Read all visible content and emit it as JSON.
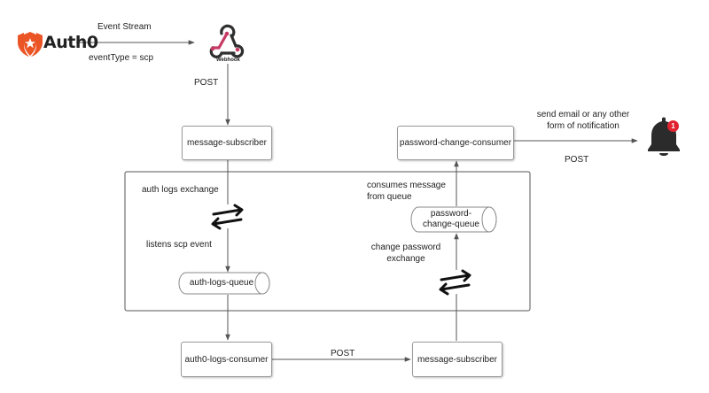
{
  "colors": {
    "auth0_orange": "#eb5424",
    "webhook_pink": "#c73a63",
    "bell": "#222222",
    "badge": "#e0232e",
    "line": "#555555"
  },
  "auth0": {
    "brand": "Auth0",
    "icon": "auth0-shield-icon"
  },
  "webhook": {
    "caption": "Webhook",
    "icon": "webhook-icon"
  },
  "labels": {
    "event_stream": "Event Stream",
    "event_type": "eventType = scp",
    "post_webhook": "POST",
    "auth_logs_exchange": "auth logs exchange",
    "listens_scp_event": "listens scp event",
    "consumes_message": "consumes message\nfrom queue",
    "change_password_exchange": "change password\nexchange",
    "post_notification": "POST",
    "send_email": "send email or any other\nform of notification",
    "post_consumer": "POST"
  },
  "nodes": {
    "message_subscriber_top": "message-subscriber",
    "password_change_consumer": "password-change-consumer",
    "auth_logs_queue": "auth-logs-queue",
    "password_change_queue": "password-\nchange-queue",
    "auth0_logs_consumer": "auth0-logs-consumer",
    "message_subscriber_bottom": "message-subscriber"
  },
  "notification": {
    "icon": "bell-icon",
    "badge_count": "1"
  }
}
